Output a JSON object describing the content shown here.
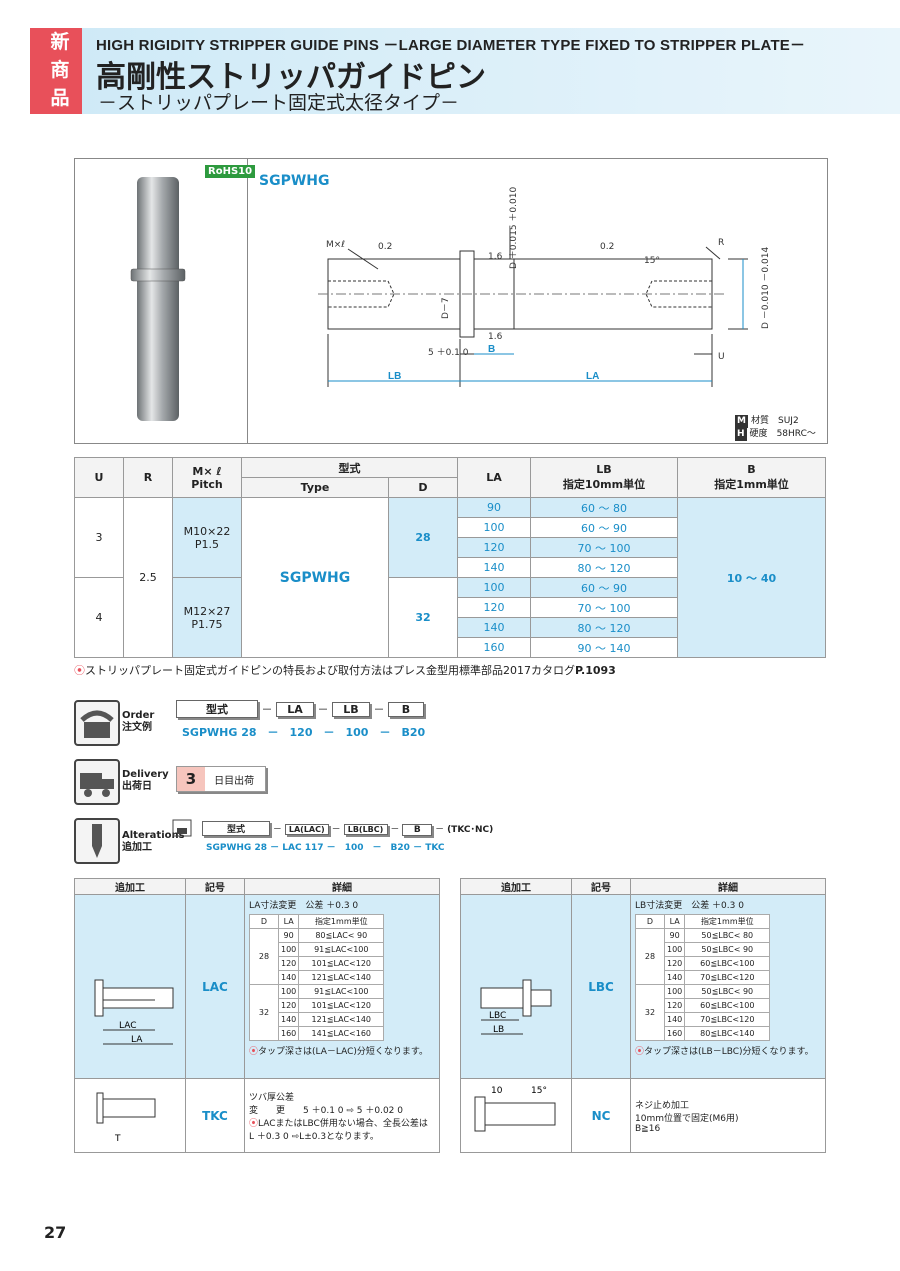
{
  "header": {
    "badge": [
      "新",
      "商",
      "品"
    ],
    "en_title": "HIGH RIGIDITY STRIPPER GUIDE PINS －LARGE DIAMETER TYPE FIXED TO STRIPPER PLATE－",
    "jp_title": "高剛性ストリッパガイドピン",
    "jp_subtitle": "－ストリッパプレート固定式太径タイプ－"
  },
  "figure": {
    "rohs": "RoHS10",
    "code": "SGPWHG",
    "labels": {
      "mxl": "M×ℓ",
      "r": "R",
      "lb": "LB",
      "la": "LA",
      "b": "B",
      "u": "U",
      "dt7": "D－7",
      "d_tol_top": "D ＋0.015 ＋0.010",
      "d_tol_right": "D －0.010 －0.014",
      "angle": "15°",
      "s02a": "0.2",
      "s02b": "0.2",
      "s16a": "1.6",
      "s16b": "1.6",
      "five": "5 ＋0.1 0"
    },
    "material_label": "材質",
    "material": "SUJ2",
    "hardness_label": "硬度",
    "hardness": "58HRC～",
    "mat_icon": "M",
    "hard_icon": "H"
  },
  "spec": {
    "headers": {
      "u": "U",
      "r": "R",
      "mxl": "M× ℓ",
      "pitch": "Pitch",
      "katashiki": "型式",
      "type": "Type",
      "d": "D",
      "la": "LA",
      "lb": "LB",
      "lb_sub": "指定10mm単位",
      "b": "B",
      "b_sub": "指定1mm単位"
    },
    "u1": "3",
    "u2": "4",
    "r": "2.5",
    "m1": "M10×22",
    "p1": "P1.5",
    "m2": "M12×27",
    "p2": "P1.75",
    "type": "SGPWHG",
    "d1": "28",
    "d2": "32",
    "b": "10 ～ 40",
    "rows": [
      {
        "la": "90",
        "lb": "60 ～ 80"
      },
      {
        "la": "100",
        "lb": "60 ～ 90"
      },
      {
        "la": "120",
        "lb": "70 ～ 100"
      },
      {
        "la": "140",
        "lb": "80 ～ 120"
      },
      {
        "la": "100",
        "lb": "60 ～ 90"
      },
      {
        "la": "120",
        "lb": "70 ～ 100"
      },
      {
        "la": "140",
        "lb": "80 ～ 120"
      },
      {
        "la": "160",
        "lb": "90 ～ 140"
      }
    ]
  },
  "note": "ストリッパプレート固定式ガイドピンの特長および取付方法はプレス金型用標準部品2017カタログ",
  "note_ref": "P.1093",
  "order": {
    "en": "Order",
    "jp": "注文例",
    "h": [
      "型式",
      "LA",
      "LB",
      "B"
    ],
    "v": [
      "SGPWHG 28",
      "120",
      "100",
      "B20"
    ],
    "dash": "－"
  },
  "delivery": {
    "en": "Delivery",
    "jp": "出荷日",
    "days": "3",
    "text": "日目出荷"
  },
  "alterations": {
    "en": "Alterations",
    "jp": "追加工",
    "h": [
      "型式",
      "LA(LAC)",
      "LB(LBC)",
      "B",
      "(TKC･NC)"
    ],
    "v": [
      "SGPWHG 28",
      "LAC 117",
      "100",
      "B20",
      "TKC"
    ],
    "dash": "－"
  },
  "alt_headers": {
    "a": "追加工",
    "b": "記号",
    "c": "詳細"
  },
  "left_table": {
    "lac": "LAC",
    "lac_title": "LA寸法変更　公差 ＋0.3 0",
    "sub_h": [
      "D",
      "LA",
      "指定1mm単位"
    ],
    "d1": "28",
    "d2": "32",
    "rows": [
      [
        "90",
        "80≦LAC< 90"
      ],
      [
        "100",
        "91≦LAC<100"
      ],
      [
        "120",
        "101≦LAC<120"
      ],
      [
        "140",
        "121≦LAC<140"
      ],
      [
        "100",
        "91≦LAC<100"
      ],
      [
        "120",
        "101≦LAC<120"
      ],
      [
        "140",
        "121≦LAC<140"
      ],
      [
        "160",
        "141≦LAC<160"
      ]
    ],
    "lac_note": "タップ深さは(LA－LAC)分短くなります。",
    "fig_lac": "LAC",
    "fig_la": "LA",
    "tkc": "TKC",
    "tkc_l1": "ツバ厚公差",
    "tkc_l2": "変　　更",
    "tkc_tol": "5 ＋0.1 0 ⇨ 5 ＋0.02 0",
    "tkc_note1": "LACまたはLBC併用ない場合、全長公差は",
    "tkc_note2": "L ＋0.3 0 ⇨L±0.3となります。",
    "fig_t": "T"
  },
  "right_table": {
    "lbc": "LBC",
    "lbc_title": "LB寸法変更　公差 ＋0.3 0",
    "sub_h": [
      "D",
      "LA",
      "指定1mm単位"
    ],
    "d1": "28",
    "d2": "32",
    "rows": [
      [
        "90",
        "50≦LBC< 80"
      ],
      [
        "100",
        "50≦LBC< 90"
      ],
      [
        "120",
        "60≦LBC<100"
      ],
      [
        "140",
        "70≦LBC<120"
      ],
      [
        "100",
        "50≦LBC< 90"
      ],
      [
        "120",
        "60≦LBC<100"
      ],
      [
        "140",
        "70≦LBC<120"
      ],
      [
        "160",
        "80≦LBC<140"
      ]
    ],
    "lbc_note": "タップ深さは(LB－LBC)分短くなります。",
    "fig_lbc": "LBC",
    "fig_lb": "LB",
    "nc": "NC",
    "nc_l1": "ネジ止め加工",
    "nc_l2": "10mm位置で固定(M6用)",
    "nc_l3": "B≧16",
    "fig_10": "10",
    "fig_15": "15°"
  },
  "page_number": "27"
}
